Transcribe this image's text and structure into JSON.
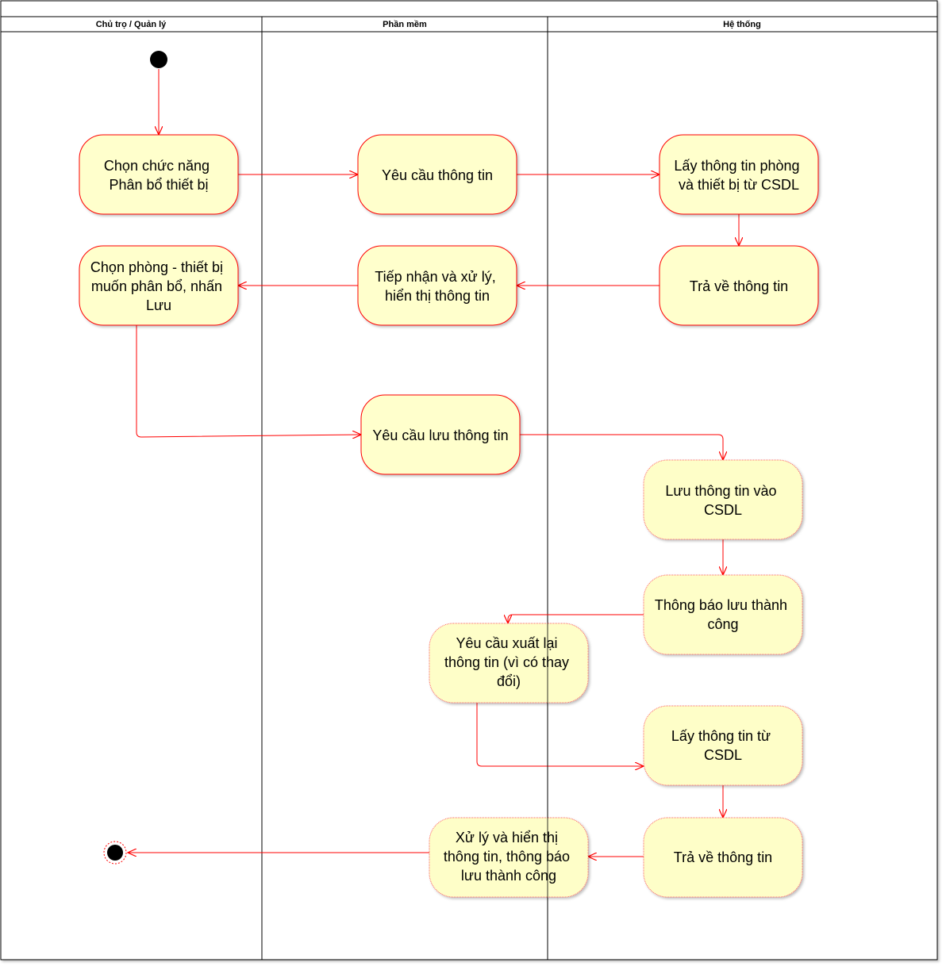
{
  "lanes": [
    {
      "id": "lane-actor",
      "title": "Chủ trọ / Quản lý"
    },
    {
      "id": "lane-software",
      "title": "Phần mềm"
    },
    {
      "id": "lane-system",
      "title": "Hệ thống"
    }
  ],
  "colors": {
    "node_fill": "#ffffcc",
    "node_stroke": "#ff0000",
    "edge": "#ff0000",
    "node_fill_light": "#fefec8"
  },
  "nodes": {
    "n1": {
      "lines": [
        "Chọn chức năng",
        "Phân bổ thiết bị"
      ]
    },
    "n2": {
      "lines": [
        "Yêu cầu thông tin"
      ]
    },
    "n3": {
      "lines": [
        "Lấy thông tin phòng",
        "và thiết bị từ CSDL"
      ]
    },
    "n4": {
      "lines": [
        "Trả về thông tin"
      ]
    },
    "n5": {
      "lines": [
        "Tiếp nhận và xử lý,",
        "hiển thị thông tin"
      ]
    },
    "n6": {
      "lines": [
        "Chọn phòng - thiết bị",
        "muốn phân bổ, nhấn",
        "Lưu"
      ]
    },
    "n7": {
      "lines": [
        "Yêu cầu lưu thông tin"
      ]
    },
    "n8": {
      "lines": [
        "Lưu thông tin vào",
        "CSDL"
      ]
    },
    "n9": {
      "lines": [
        "Thông báo lưu thành",
        "công"
      ]
    },
    "n10": {
      "lines": [
        "Yêu cầu xuất lại",
        "thông tin (vì có thay",
        "đổi)"
      ]
    },
    "n11": {
      "lines": [
        "Lấy thông tin từ",
        "CSDL"
      ]
    },
    "n12": {
      "lines": [
        "Trả về thông tin"
      ]
    },
    "n13": {
      "lines": [
        "Xử lý và hiển thị",
        "thông tin, thông báo",
        "lưu thành công"
      ]
    }
  }
}
